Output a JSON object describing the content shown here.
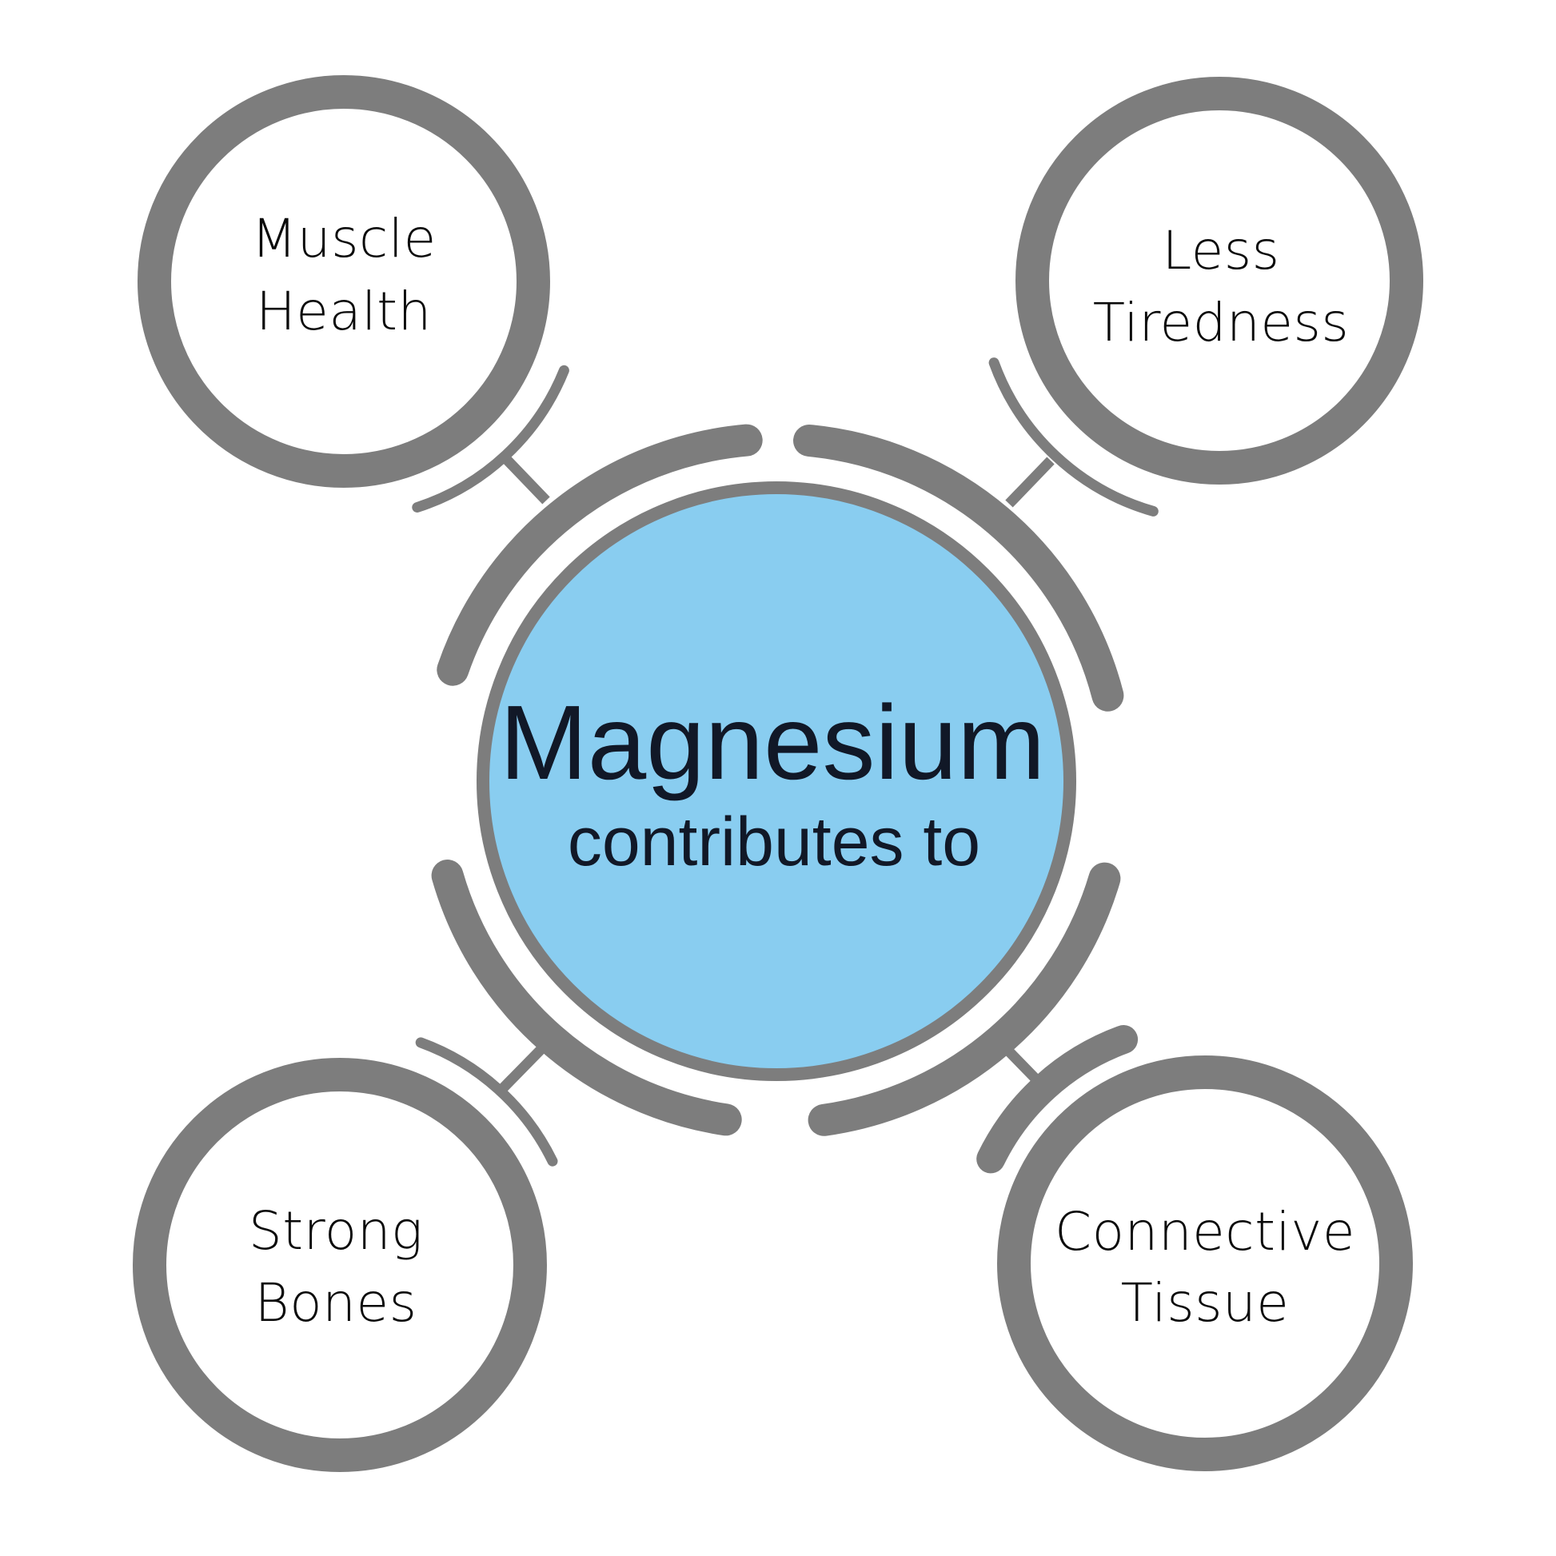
{
  "diagram": {
    "hub": {
      "title": "Magnesium",
      "subtitle": "contributes to"
    },
    "benefits": [
      {
        "id": "muscle-health",
        "lines": [
          "Muscle",
          "Health"
        ],
        "position": "top-left"
      },
      {
        "id": "less-tiredness",
        "lines": [
          "Less",
          "Tiredness"
        ],
        "position": "top-right"
      },
      {
        "id": "strong-bones",
        "lines": [
          "Strong",
          "Bones"
        ],
        "position": "bottom-left"
      },
      {
        "id": "connective-tissue",
        "lines": [
          "Connective",
          "Tissue"
        ],
        "position": "bottom-right"
      }
    ]
  },
  "colors": {
    "ring_gray": "#7d7d7d",
    "hub_fill": "#89cdf0",
    "hub_text": "#111827",
    "benefit_text": "#0a0a0a",
    "background": "#ffffff"
  }
}
